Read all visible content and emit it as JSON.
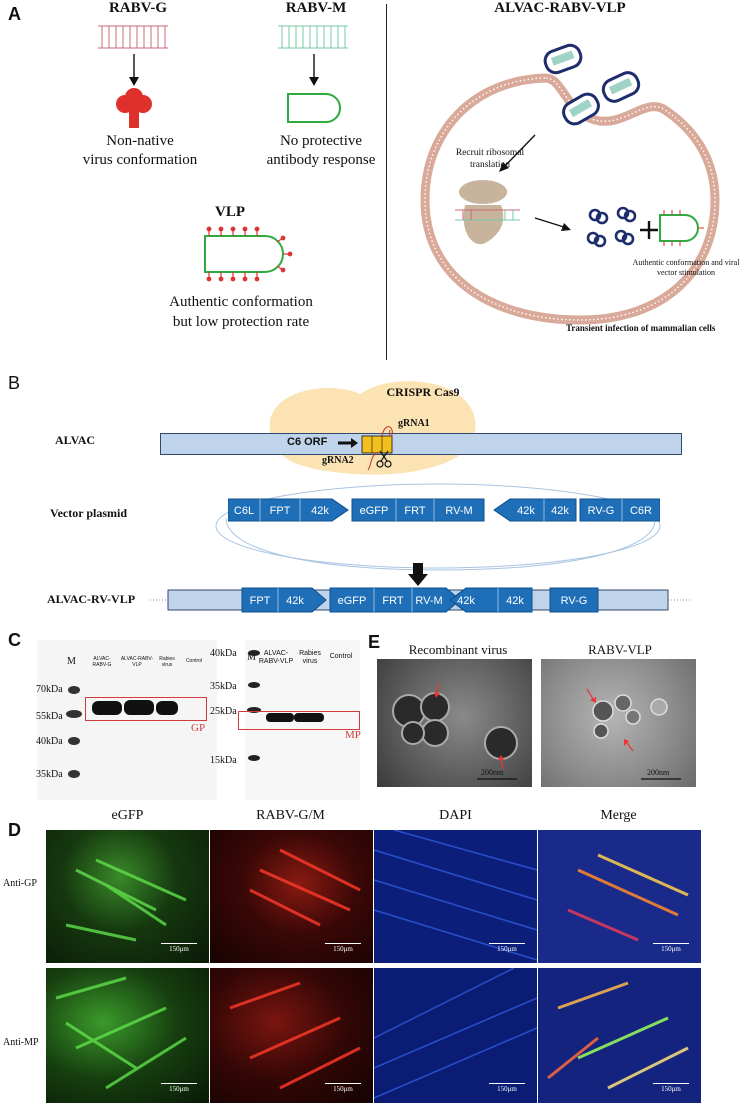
{
  "panel_a": {
    "letter": "A",
    "rabv_g": {
      "title": "RABV-G",
      "line1": "Non-native",
      "line2": "virus conformation"
    },
    "rabv_m": {
      "title": "RABV-M",
      "line1": "No protective",
      "line2": "antibody response"
    },
    "vlp": {
      "title": "VLP",
      "line1": "Authentic conformation",
      "line2": "but low protection rate"
    },
    "right": {
      "title": "ALVAC-RABV-VLP",
      "recruit": "Recruit ribosomal translation",
      "authentic": "Authentic conformation and viral vector stimulation",
      "transient": "Transient infection of mammalian cells"
    }
  },
  "panel_b": {
    "letter": "B",
    "crispr": "CRISPR Cas9",
    "alvac": "ALVAC",
    "c6orf": "C6 ORF",
    "grna1": "gRNA1",
    "grna2": "gRNA2",
    "vector_plasmid": "Vector plasmid",
    "plasmid_genes": [
      "C6L",
      "FPT",
      "42k",
      "eGFP",
      "FRT",
      "RV-M",
      "42k",
      "42k",
      "RV-G",
      "C6R"
    ],
    "alvac_rv_vlp": "ALVAC-RV-VLP",
    "vlp_genes": [
      "FPT",
      "42k",
      "eGFP",
      "FRT",
      "RV-M",
      "42k",
      "42k",
      "RV-G"
    ]
  },
  "panel_c": {
    "letter": "C",
    "gp_blot": {
      "marker": "M",
      "lanes": [
        "ALVAC-RABV-G",
        "ALVAC-RABV-VLP",
        "Rabies virus",
        "Control"
      ],
      "kda": [
        "70kDa",
        "55kDa",
        "40kDa",
        "35kDa"
      ],
      "label": "GP"
    },
    "mp_blot": {
      "marker": "M",
      "lanes": [
        "ALVAC-RABV-VLP",
        "Rabies virus",
        "Control"
      ],
      "kda": [
        "40kDa",
        "35kDa",
        "25kDa",
        "15kDa"
      ],
      "label": "MP"
    }
  },
  "panel_e": {
    "letter": "E",
    "left_title": "Recombinant virus",
    "right_title": "RABV-VLP",
    "scale": "200nm"
  },
  "panel_d": {
    "letter": "D",
    "columns": [
      "eGFP",
      "RABV-G/M",
      "DAPI",
      "Merge"
    ],
    "rows": [
      "Anti-GP",
      "Anti-MP"
    ],
    "scale": "150μm"
  }
}
